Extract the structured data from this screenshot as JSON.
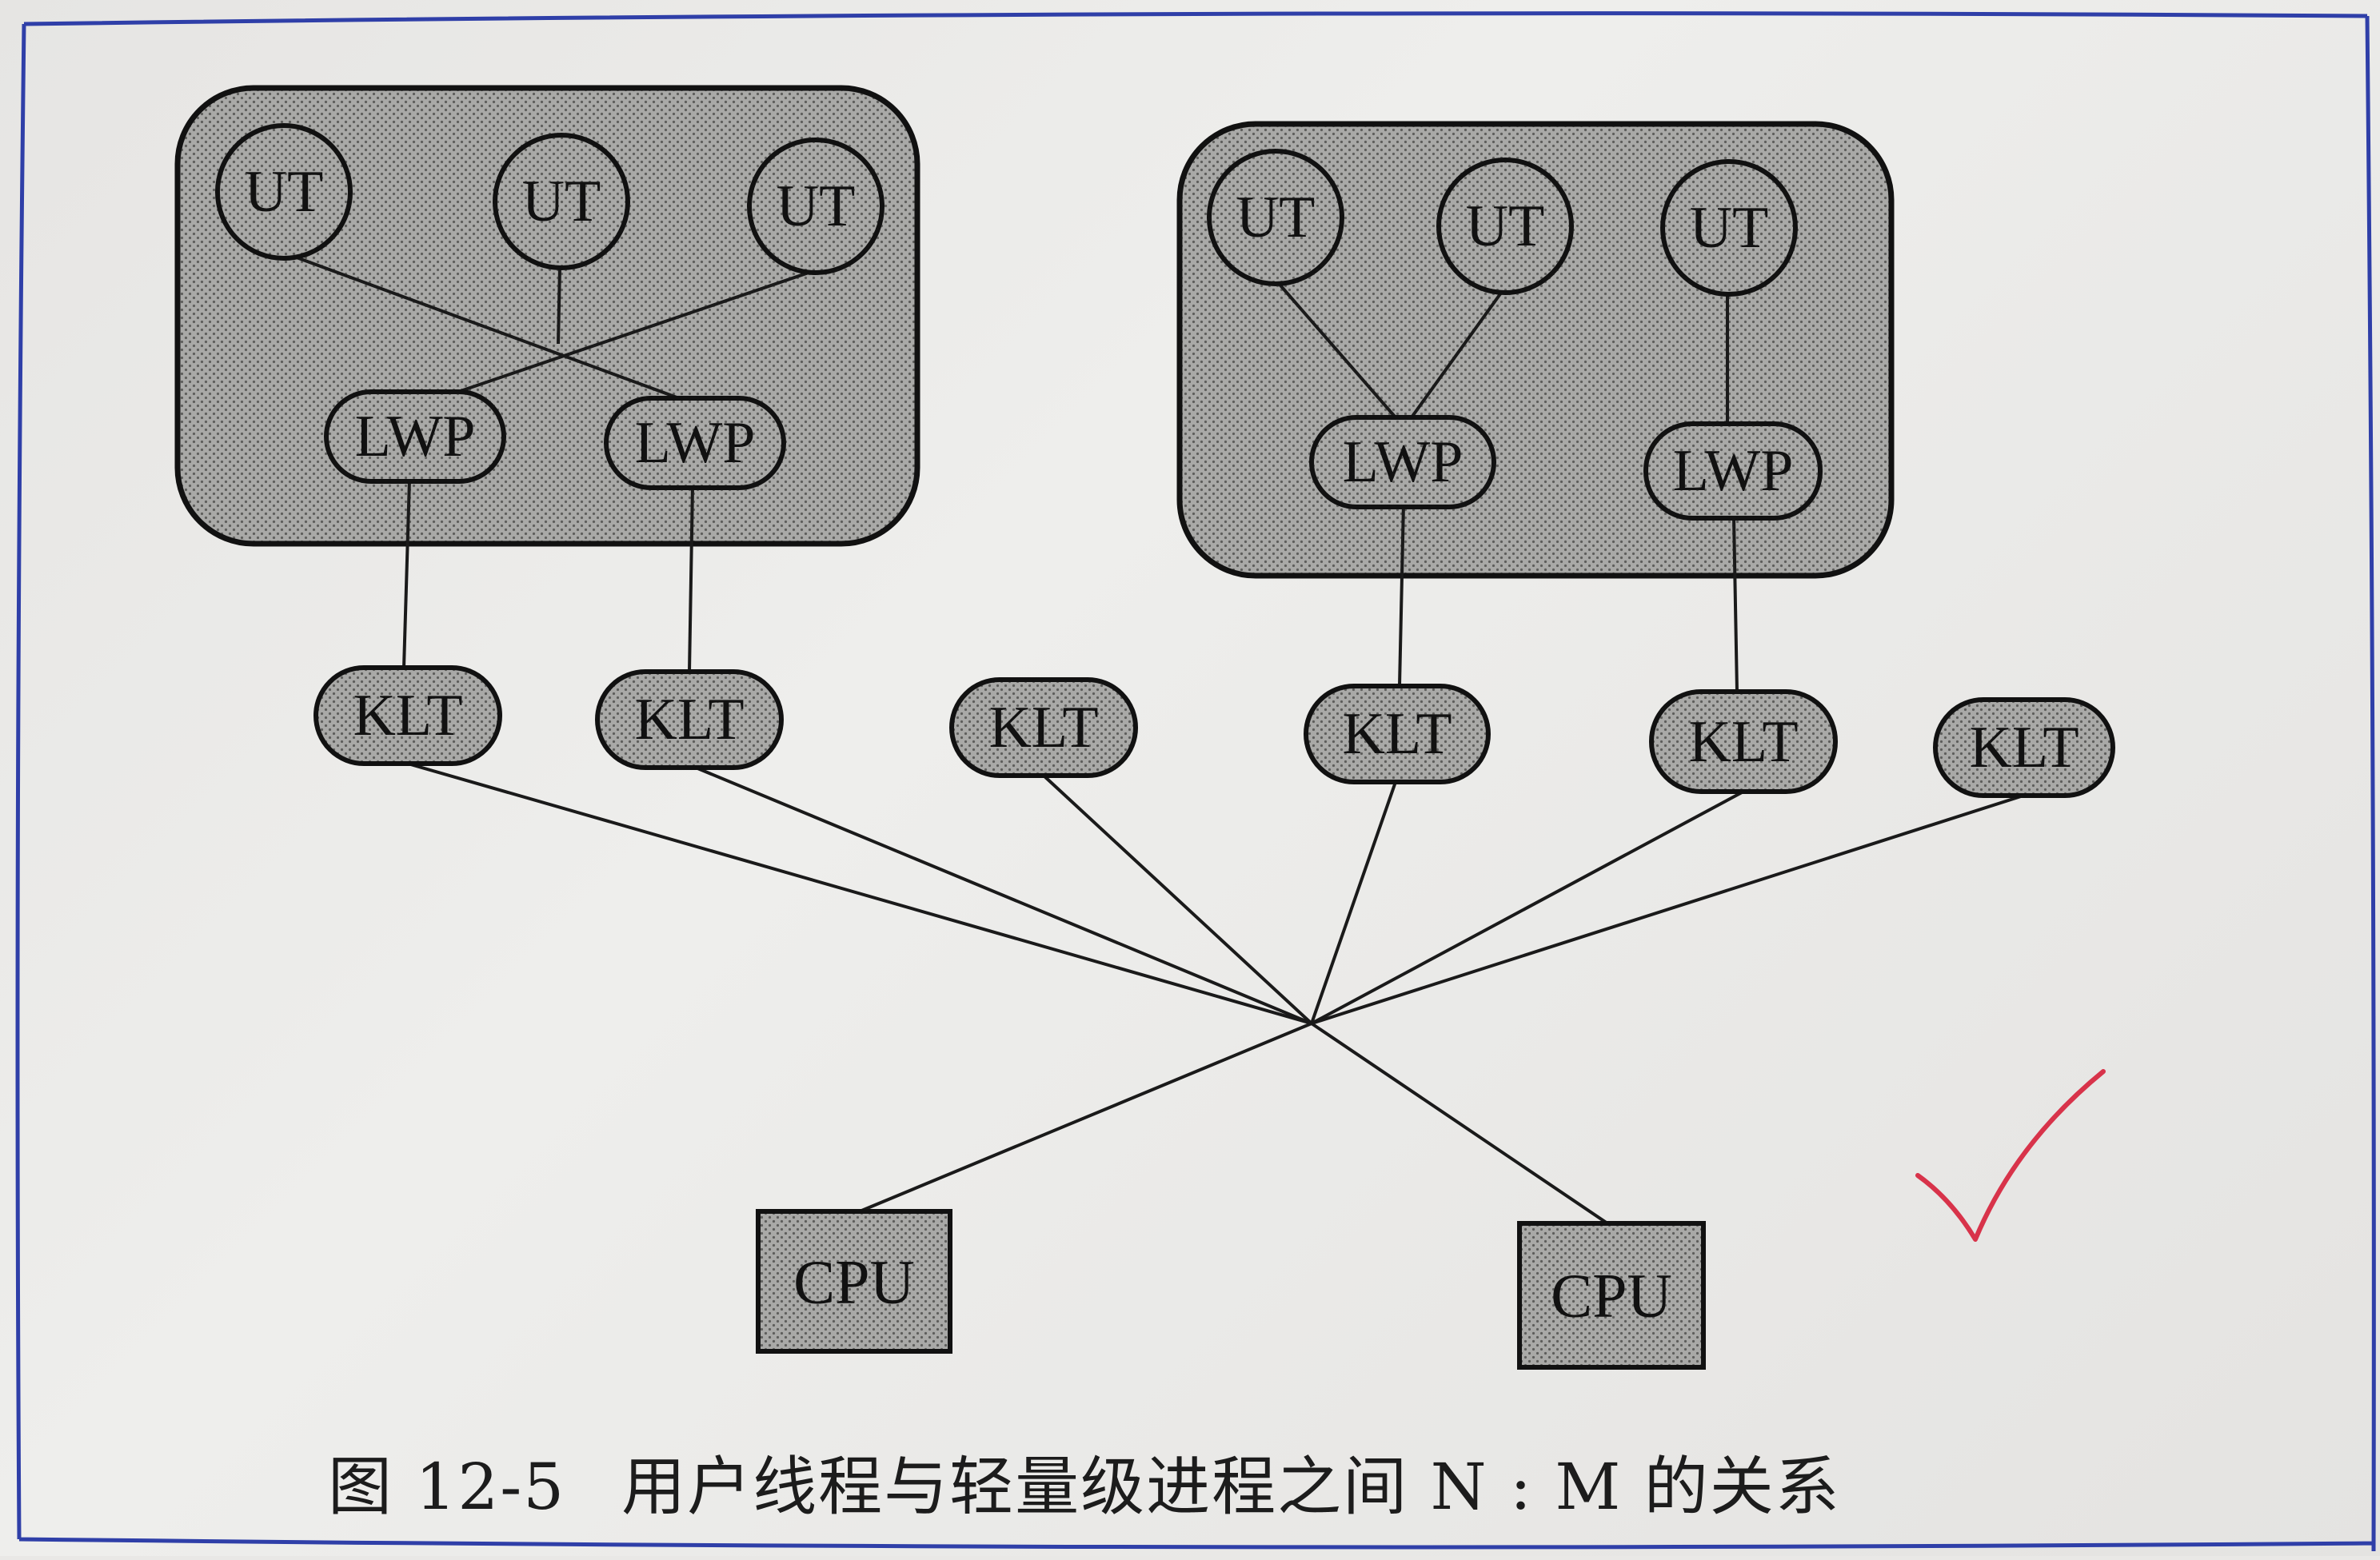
{
  "diagram": {
    "left_group": {
      "uts": [
        "UT",
        "UT",
        "UT"
      ],
      "lwps": [
        "LWP",
        "LWP"
      ]
    },
    "right_group": {
      "uts": [
        "UT",
        "UT",
        "UT"
      ],
      "lwps": [
        "LWP",
        "LWP"
      ]
    },
    "klts": [
      "KLT",
      "KLT",
      "KLT",
      "KLT",
      "KLT",
      "KLT"
    ],
    "cpus": [
      "CPU",
      "CPU"
    ]
  },
  "caption": {
    "number": "图 12-5",
    "text": "用户线程与轻量级进程之间 N : M 的关系"
  },
  "colors": {
    "border": "#2f3fa8",
    "checkmark": "#d8334a",
    "fill": "#9a9a9a",
    "stroke": "#111111"
  }
}
